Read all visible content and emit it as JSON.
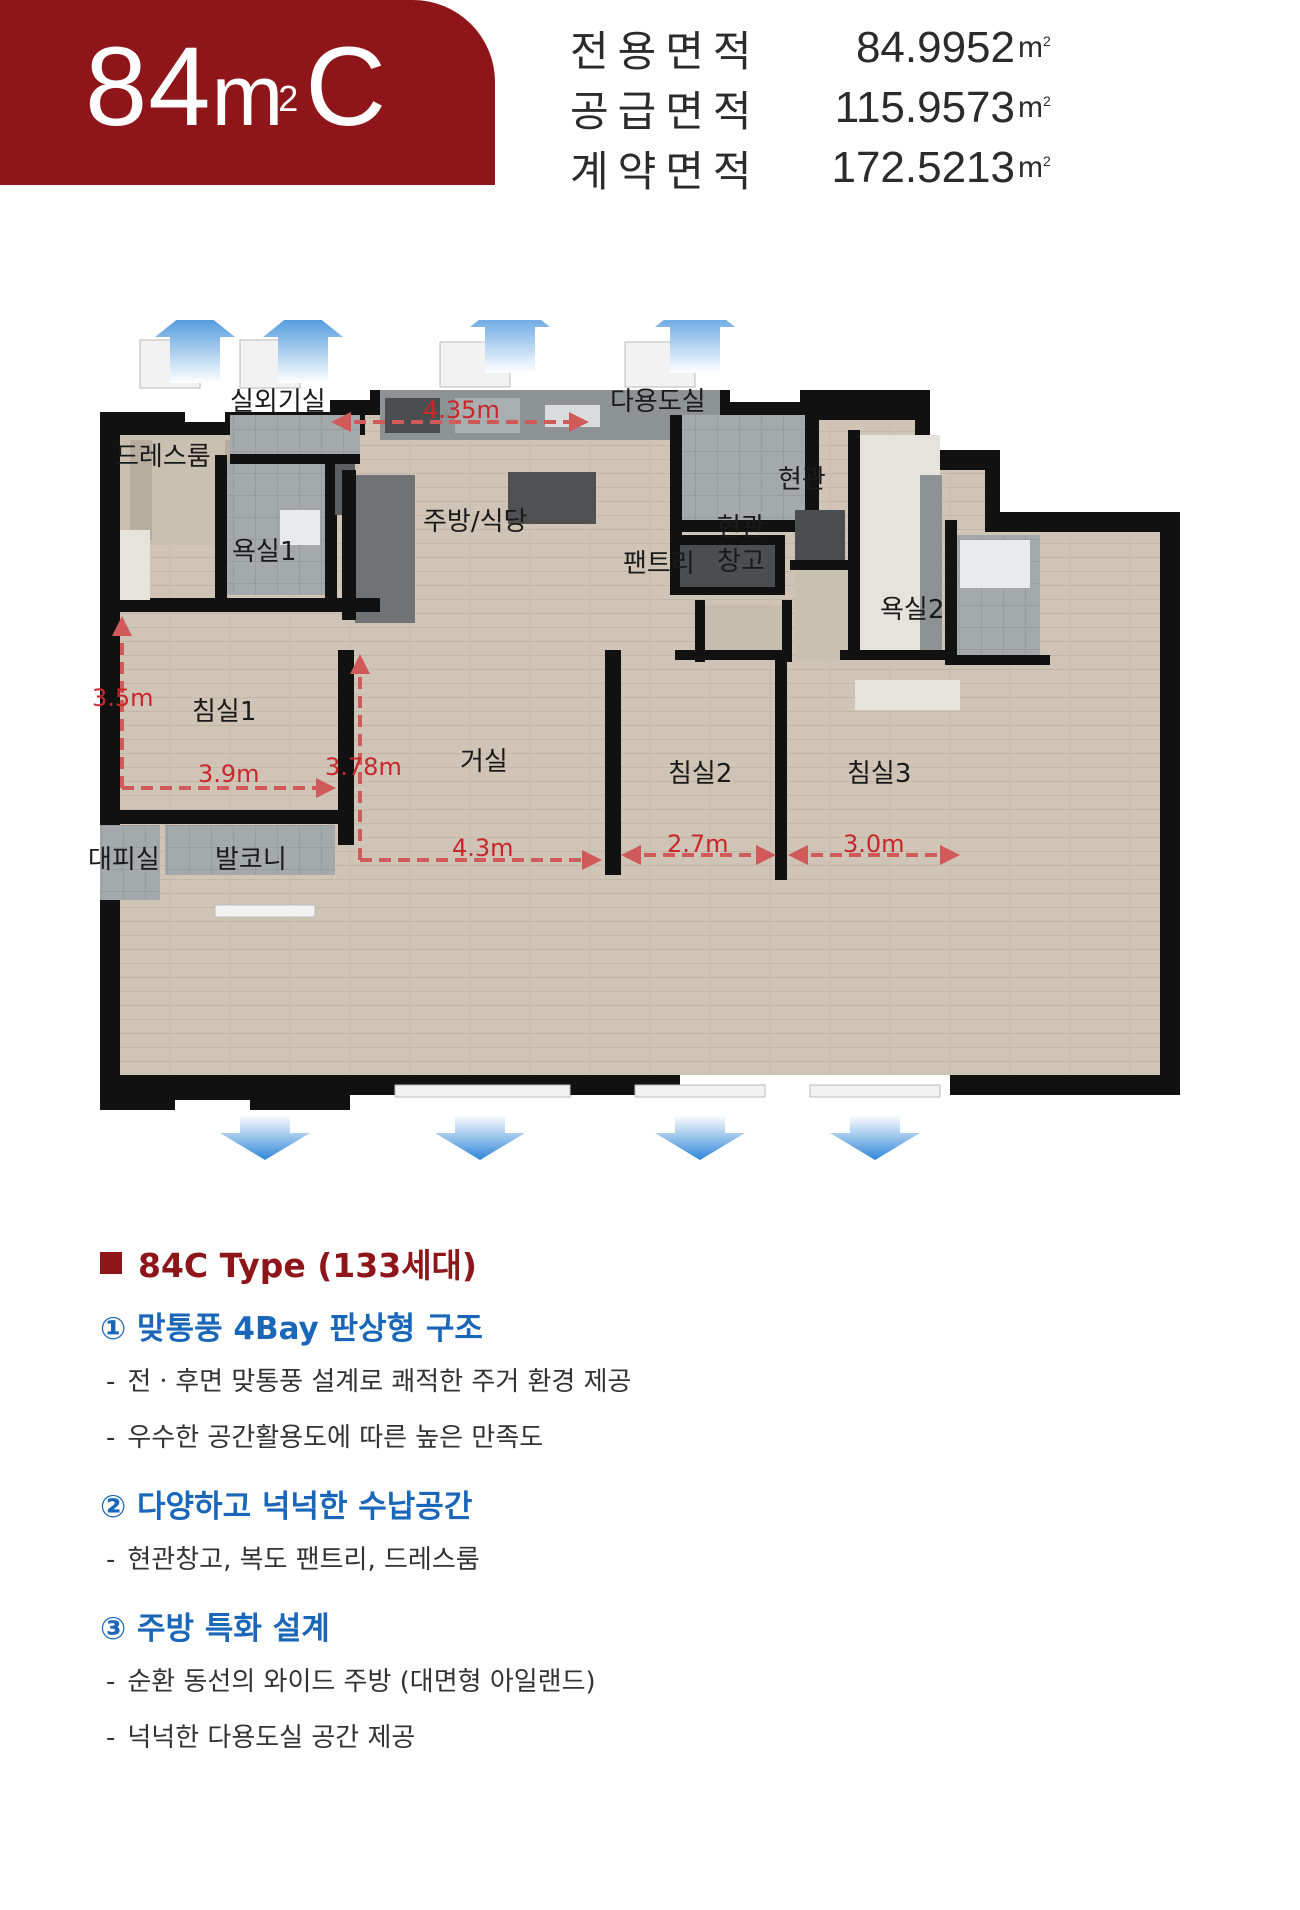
{
  "badge": {
    "type_number": "84",
    "unit_main": "m",
    "unit_sup": "2",
    "type_letter": "C"
  },
  "areas": [
    {
      "label": "전용면적",
      "value": "84.9952",
      "unit": "m",
      "sup": "2"
    },
    {
      "label": "공급면적",
      "value": "115.9573",
      "unit": "m",
      "sup": "2"
    },
    {
      "label": "계약면적",
      "value": "172.5213",
      "unit": "m",
      "sup": "2"
    }
  ],
  "plan": {
    "rooms": {
      "outdoor_unit": "실외기실",
      "dressroom": "드레스룸",
      "bath1": "욕실1",
      "kitchen": "주방/식당",
      "utility": "다용도실",
      "entrance": "현관",
      "storage_line1": "현관",
      "storage_line2": "창고",
      "pantry": "팬트리",
      "bath2": "욕실2",
      "bedroom1": "침실1",
      "living": "거실",
      "bedroom2": "침실2",
      "bedroom3": "침실3",
      "evacuation": "대피실",
      "balcony": "발코니"
    },
    "dims": {
      "kitchen_width": "4.35m",
      "bed1_depth": "3.5m",
      "bed1_width": "3.9m",
      "living_depth": "3.78m",
      "living_width": "4.3m",
      "bed2_width": "2.7m",
      "bed3_width": "3.0m"
    },
    "colors": {
      "wall": "#111111",
      "floor": "#cfc4b6",
      "tile": "#9aa0a2",
      "dim_arrow": "#d05a5a",
      "vent_arrow": "#2f86d8"
    }
  },
  "features": {
    "heading": "84C Type (133세대)",
    "sections": [
      {
        "title": "① 맞통풍 4Bay 판상형 구조",
        "lines": [
          "전ㆍ후면 맞통풍 설계로 쾌적한 주거 환경 제공",
          "우수한 공간활용도에 따른 높은 만족도"
        ]
      },
      {
        "title": "② 다양하고 넉넉한 수납공간",
        "lines": [
          "현관창고, 복도 팬트리, 드레스룸"
        ]
      },
      {
        "title": "③ 주방 특화 설계",
        "lines": [
          "순환 동선의 와이드 주방 (대면형 아일랜드)",
          "넉넉한 다용도실 공간 제공"
        ]
      }
    ]
  }
}
